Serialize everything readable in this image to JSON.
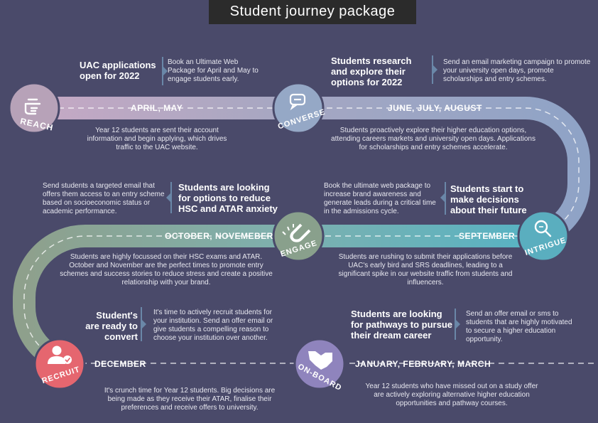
{
  "title": "Student journey package",
  "stages": {
    "reach": "REACH",
    "converse": "CONVERSE",
    "intrigue": "INTRIGUE",
    "engage": "ENGAGE",
    "recruit": "RECRUIT",
    "onboard": "ON-BOARD"
  },
  "bands": {
    "april_may": "APRIL, MAY",
    "june_aug": "JUNE, JULY, AUGUST",
    "oct_nov": "OCTOBER, NOVEMEBER",
    "september": "SEPTEMBER",
    "december": "DECEMBER",
    "jan_mar": "JANUARY, FEBRUARY, MARCH"
  },
  "blocks": {
    "uac_heading": "UAC applications open for 2022",
    "uac_action": "Book an Ultimate Web Package for April and May to engage students early.",
    "reach_desc": "Year 12 students are sent their account information and begin applying, which drives traffic to the UAC website.",
    "research_heading": "Students research and explore their options for 2022",
    "research_action": "Send an email marketing campaign to promote your university open days, promote scholarships and entry schemes.",
    "converse_desc": "Students proactively explore their higher education options, attending careers markets and university open days. Applications for scholarships and entry schemes accelerate.",
    "reduce_action": "Send students a targeted email that offers them access to an entry scheme based on socioeconomic status or academic performance.",
    "reduce_heading": "Students are looking for options to reduce HSC and ATAR anxiety",
    "decisions_action": "Book the ultimate web package to increase brand awareness and generate leads during a critical time in the admissions cycle.",
    "decisions_heading": "Students start to make decisions about their future",
    "engage_desc": "Students are highly focussed on their HSC exams and ATAR. October and November are the perfect times to promote entry schemes and success stories to reduce stress and create a positive relationship with your brand.",
    "intrigue_desc": "Students are rushing to submit their applications before UAC's early bird and SRS deadlines, leading to a significant spike in our website traffic from students and influencers.",
    "convert_heading": "Student's are ready to convert",
    "convert_action": "It's time to actively recruit students for your institution. Send an offer email or give students a compelling reason to choose your institution over another.",
    "pathways_heading": "Students are looking for pathways to pursue their dream career",
    "pathways_action": "Send an offer email or sms to students that are highly motivated to secure a higher education  opportunity.",
    "recruit_desc": "It's crunch time for Year 12 students. Big decisions are being made as they receive their ATAR, finalise their preferences and receive offers to university.",
    "onboard_desc": "Year 12 students who have missed out on a study offer are actively exploring alternative higher education opportunities and pathway courses."
  },
  "colors": {
    "background": "#4a4a6a",
    "reach": "#b8a3b8",
    "converse": "#8fa8c4",
    "intrigue": "#5aaebf",
    "engage": "#8aa08a",
    "recruit": "#e56b73",
    "onboard": "#8a80b8"
  },
  "icons": {
    "reach": "pointing-hand-icon",
    "converse": "chat-bubbles-icon",
    "intrigue": "magnifier-icon",
    "engage": "magnet-icon",
    "recruit": "user-check-icon",
    "onboard": "handshake-icon"
  }
}
